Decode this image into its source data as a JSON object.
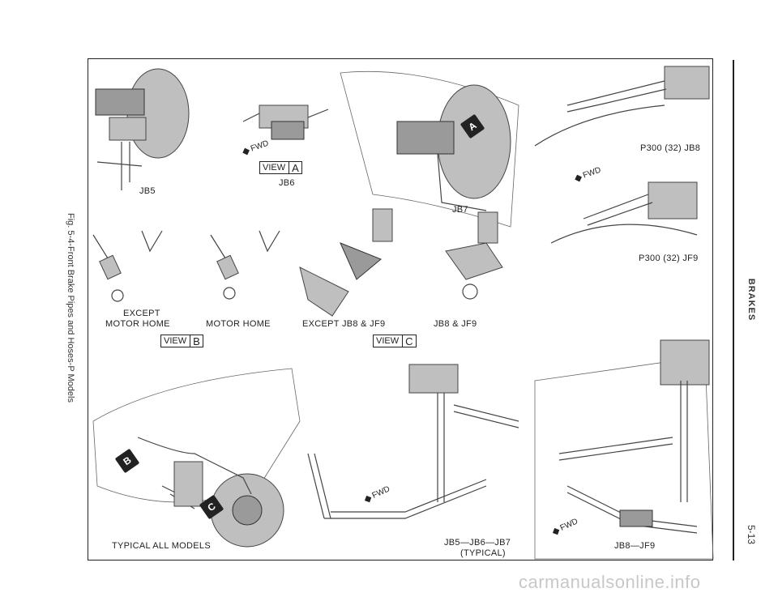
{
  "side_caption": "Fig. 5-4-Front Brake Pipes and Hoses-P Models",
  "section_title": "BRAKES",
  "page_number": "5-13",
  "watermark": "carmanualsonline.info",
  "labels": {
    "jb5": "JB5",
    "jb6": "JB6",
    "jb7": "JB7",
    "p300_jb8": "P300 (32) JB8",
    "p300_jf9": "P300 (32) JF9",
    "except_motor_home_1": "EXCEPT",
    "except_motor_home_2": "MOTOR HOME",
    "motor_home": "MOTOR HOME",
    "except_jb8_jf9": "EXCEPT JB8 & JF9",
    "jb8_jf9": "JB8 & JF9",
    "typical_all_models": "TYPICAL ALL MODELS",
    "jb5_jb6_jb7": "JB5—JB6—JB7",
    "typical": "(TYPICAL)",
    "jb8_jf9_bottom": "JB8—JF9",
    "fwd": "FWD"
  },
  "views": {
    "view_word": "VIEW",
    "a": "A",
    "b": "B",
    "c": "C"
  },
  "callouts": {
    "a": "A",
    "b": "B",
    "c": "C"
  },
  "icons": {
    "fwd_arrow": "arrow-up-left-icon"
  }
}
